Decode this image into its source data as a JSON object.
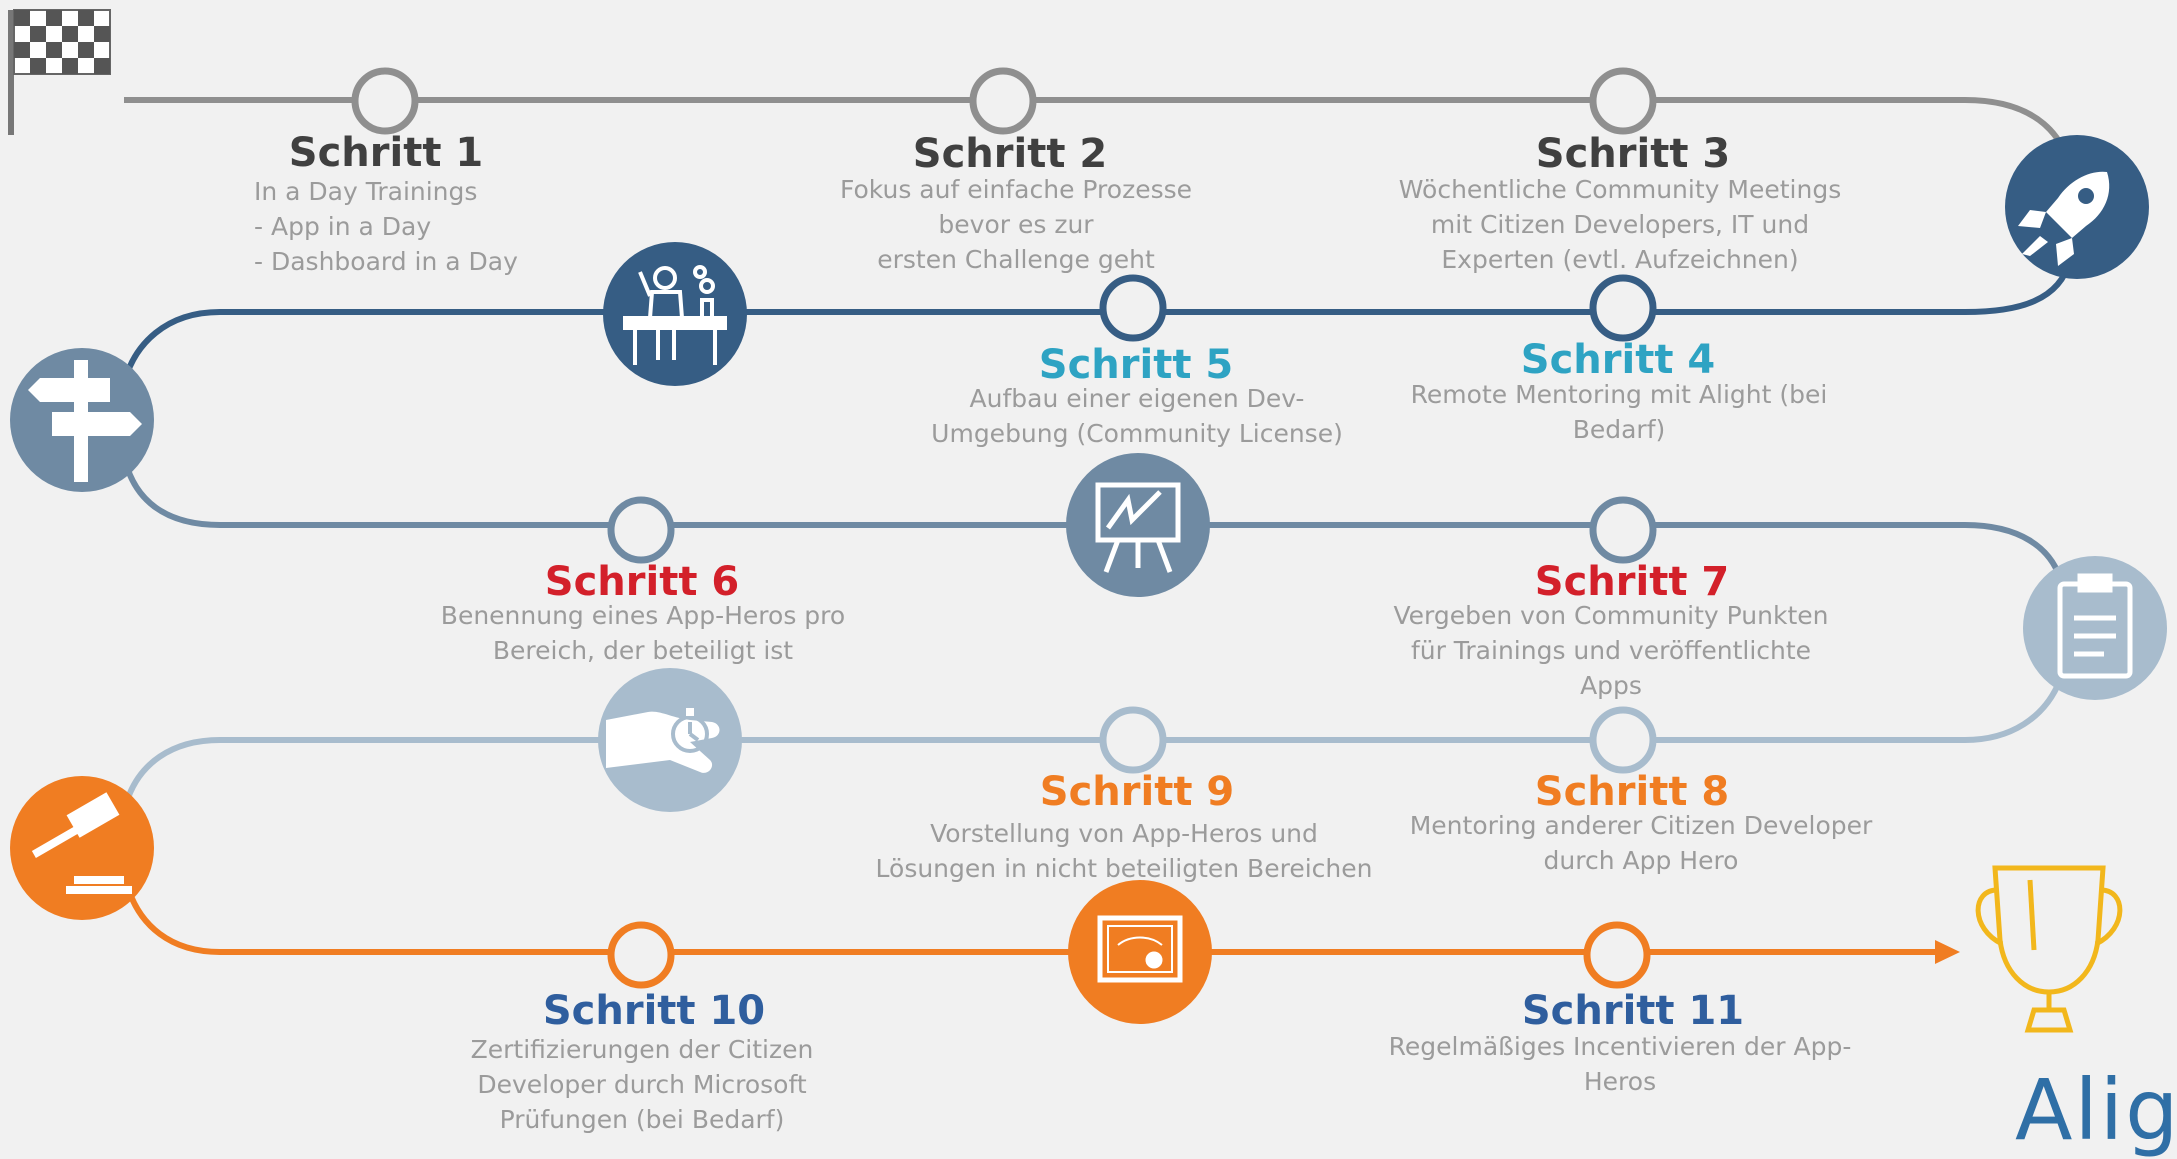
{
  "colors": {
    "row1": "#8f8f8f",
    "row2": "#365d84",
    "row3": "#6f8aa3",
    "row4": "#a8bccd",
    "row5": "#f07d22",
    "title_dark": "#404040",
    "title_teal": "#2ea3c3",
    "title_red": "#d3202a",
    "title_orange": "#f07d22",
    "title_blue": "#2f5e9e",
    "desc": "#9b9b9b",
    "trophy": "#f2b71c"
  },
  "steps": {
    "s1": {
      "title": "Schritt 1",
      "desc": "In a Day Trainings\n-    App in a Day\n-    Dashboard in a Day"
    },
    "s2": {
      "title": "Schritt 2",
      "desc": "Fokus auf einfache Prozesse\nbevor es zur\nersten Challenge geht"
    },
    "s3": {
      "title": "Schritt 3",
      "desc": "Wöchentliche Community Meetings\nmit Citizen Developers, IT und\nExperten (evtl. Aufzeichnen)"
    },
    "s4": {
      "title": "Schritt 4",
      "desc": "Remote Mentoring mit Alight (bei\nBedarf)"
    },
    "s5": {
      "title": "Schritt 5",
      "desc": "Aufbau einer eigenen Dev-\nUmgebung (Community License)"
    },
    "s6": {
      "title": "Schritt 6",
      "desc": "Benennung eines App-Heros pro\nBereich, der beteiligt ist"
    },
    "s7": {
      "title": "Schritt 7",
      "desc": "Vergeben von Community Punkten\nfür Trainings und veröffentlichte\nApps"
    },
    "s8": {
      "title": "Schritt 8",
      "desc": "Mentoring anderer Citizen Developer\ndurch App Hero"
    },
    "s9": {
      "title": "Schritt 9",
      "desc": "Vorstellung von App-Heros und\nLösungen in nicht beteiligten Bereichen"
    },
    "s10": {
      "title": "Schritt 10",
      "desc": "Zertifizierungen der Citizen\nDeveloper durch Microsoft\nPrüfungen (bei Bedarf)"
    },
    "s11": {
      "title": "Schritt 11",
      "desc": "Regelmäßiges Incentivieren der App-\nHeros"
    }
  },
  "icons": {
    "start": "checkered-flag-icon",
    "turn1": "rocket-icon",
    "row2_icon": "scientist-lab-icon",
    "turn2": "signpost-icon",
    "row3_icon": "easel-chart-icon",
    "turn3": "clipboard-icon",
    "row4_icon": "hand-stopwatch-icon",
    "turn4": "gavel-icon",
    "row5_icon": "certificate-icon",
    "goal": "trophy-icon"
  },
  "brand": {
    "text": "Alig"
  }
}
